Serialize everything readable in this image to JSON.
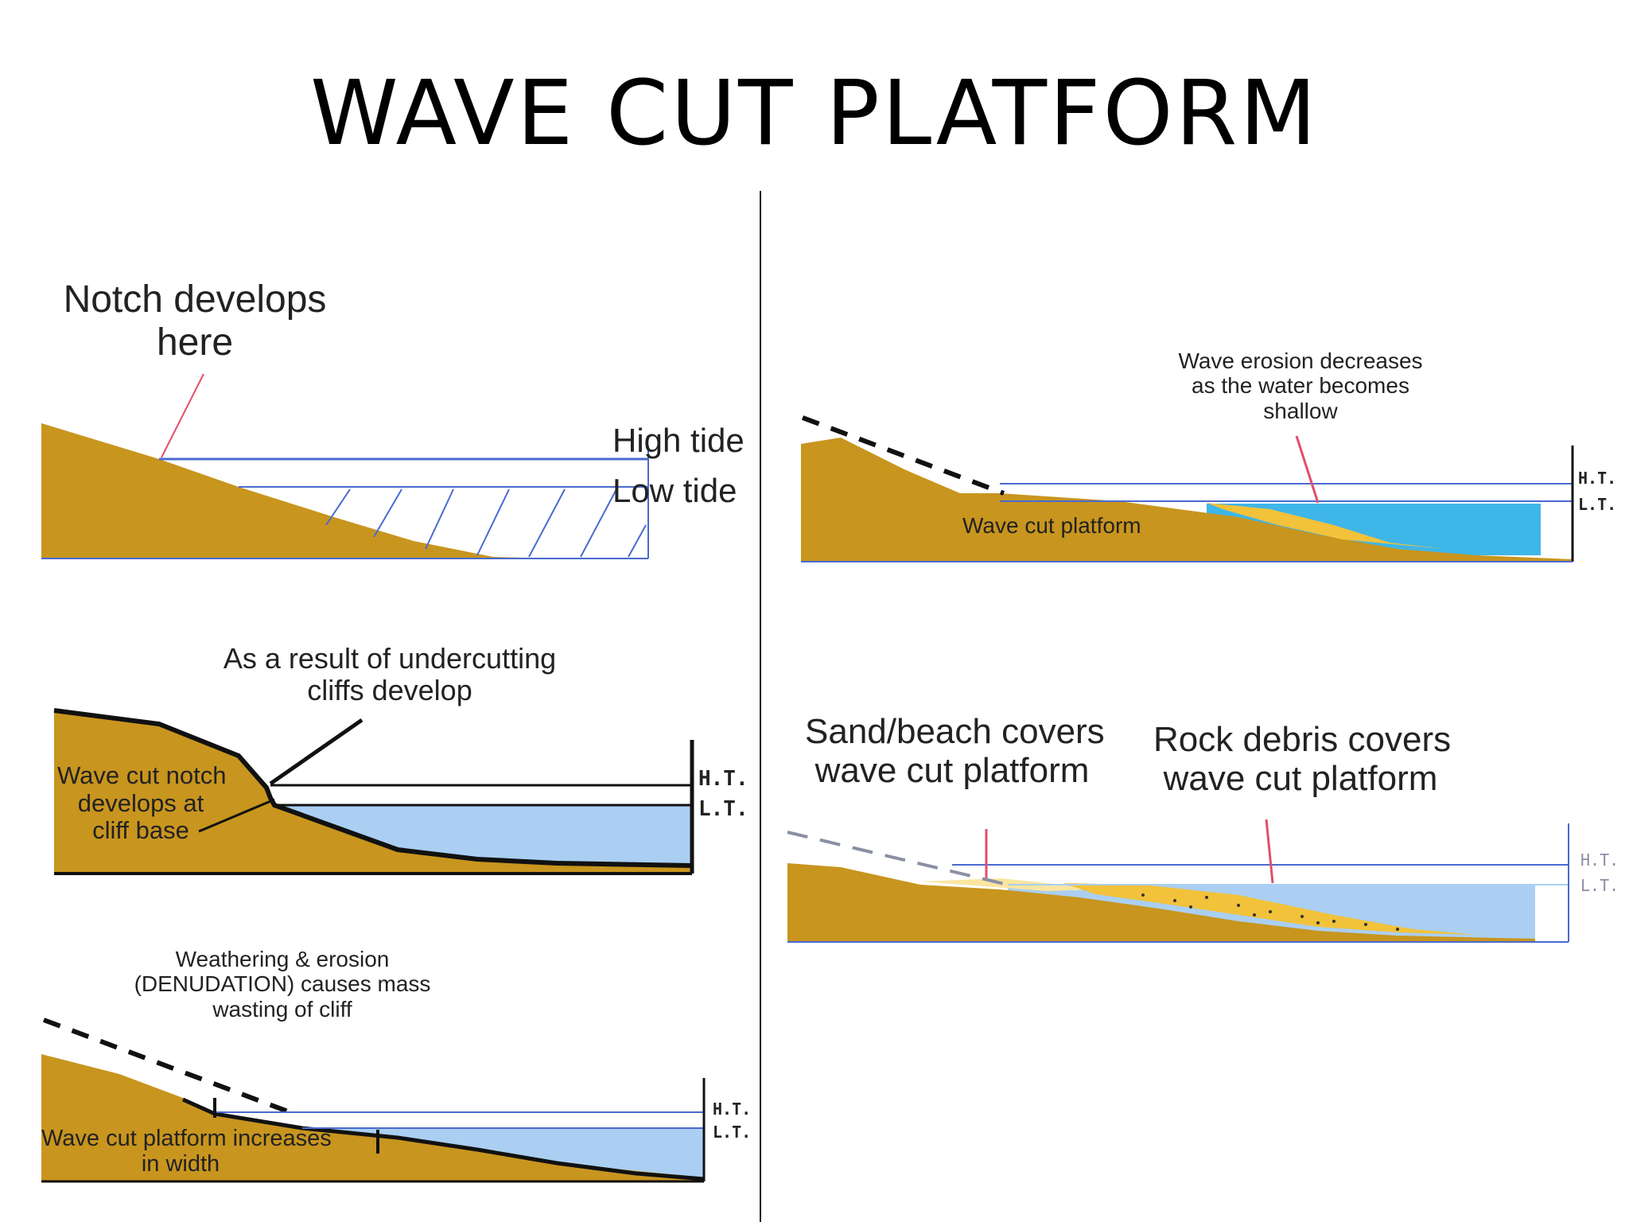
{
  "title": "WAVE CUT PLATFORM",
  "colors": {
    "land": "#c8951e",
    "water_light": "#aacff2",
    "water_bright": "#3fb6e8",
    "sand": "#f2c23a",
    "line_blue": "#4a6ad0",
    "pointer": "#e0506a"
  },
  "panels": {
    "notch": {
      "label_line1": "Notch develops",
      "label_line2": "here",
      "high_tide": "High tide",
      "low_tide": "Low tide"
    },
    "cliffs": {
      "label_line1": "As a result of undercutting",
      "label_line2": "cliffs develop",
      "notch_line1": "Wave cut notch",
      "notch_line2": "develops at",
      "notch_line3": "cliff base",
      "ht": "H.T.",
      "lt": "L.T."
    },
    "denudation": {
      "label_line1": "Weathering & erosion",
      "label_line2": "(DENUDATION) causes mass",
      "label_line3": "wasting of cliff",
      "platform_line1": "Wave cut platform increases",
      "platform_line2": "in width",
      "ht": "H.T.",
      "lt": "L.T."
    },
    "shallow": {
      "label_line1": "Wave erosion decreases",
      "label_line2": "as the water becomes",
      "label_line3": "shallow",
      "platform": "Wave cut platform",
      "ht": "H.T.",
      "lt": "L.T."
    },
    "covered": {
      "sand_line1": "Sand/beach covers",
      "sand_line2": "wave cut platform",
      "rock_line1": "Rock debris covers",
      "rock_line2": "wave cut platform",
      "ht": "H.T.",
      "lt": "L.T."
    }
  }
}
